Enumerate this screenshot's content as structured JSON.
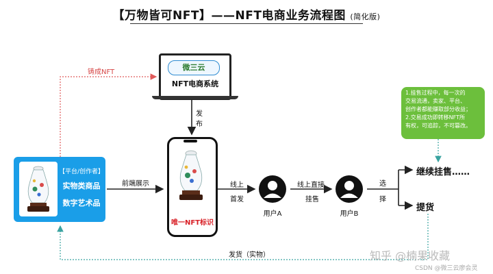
{
  "title": "【万物皆可NFT】——NFT电商业务流程图",
  "title_suffix": "(简化版)",
  "system": {
    "logo": "微三云",
    "name": "NFT电商系统"
  },
  "phone_label": "唯一NFT标识",
  "platform": {
    "tag": "【平台/创作者】",
    "items": [
      "实物类商品",
      "数字艺术品"
    ]
  },
  "edges": {
    "mint": "铸成NFT",
    "publish": [
      "发",
      "布"
    ],
    "frontend": "前端展示",
    "online_first": [
      "线上",
      "首发"
    ],
    "online_listing": [
      "线上直接",
      "挂售"
    ],
    "choose": [
      "选",
      "择"
    ],
    "ship": "发货（实物）"
  },
  "users": [
    "用户A",
    "用户B"
  ],
  "outcomes": [
    "继续挂售……",
    "提货"
  ],
  "note_lines": [
    "1.挂售过程中，每一次的",
    "交易流通，卖家、平台、",
    "创作者都能赚取部分收益；",
    "2.交易成功即转移NFT所",
    "有权，可追踪，不可篡改。"
  ],
  "watermark": "知乎 @楠果收藏",
  "credit": "CSDN @微三云廖会灵",
  "colors": {
    "platform": "#1a9ee8",
    "note": "#6cbf3c",
    "mint_arrow": "#e05a5a",
    "ship_arrow": "#3aa3a0",
    "phone_label": "#d81f26"
  }
}
